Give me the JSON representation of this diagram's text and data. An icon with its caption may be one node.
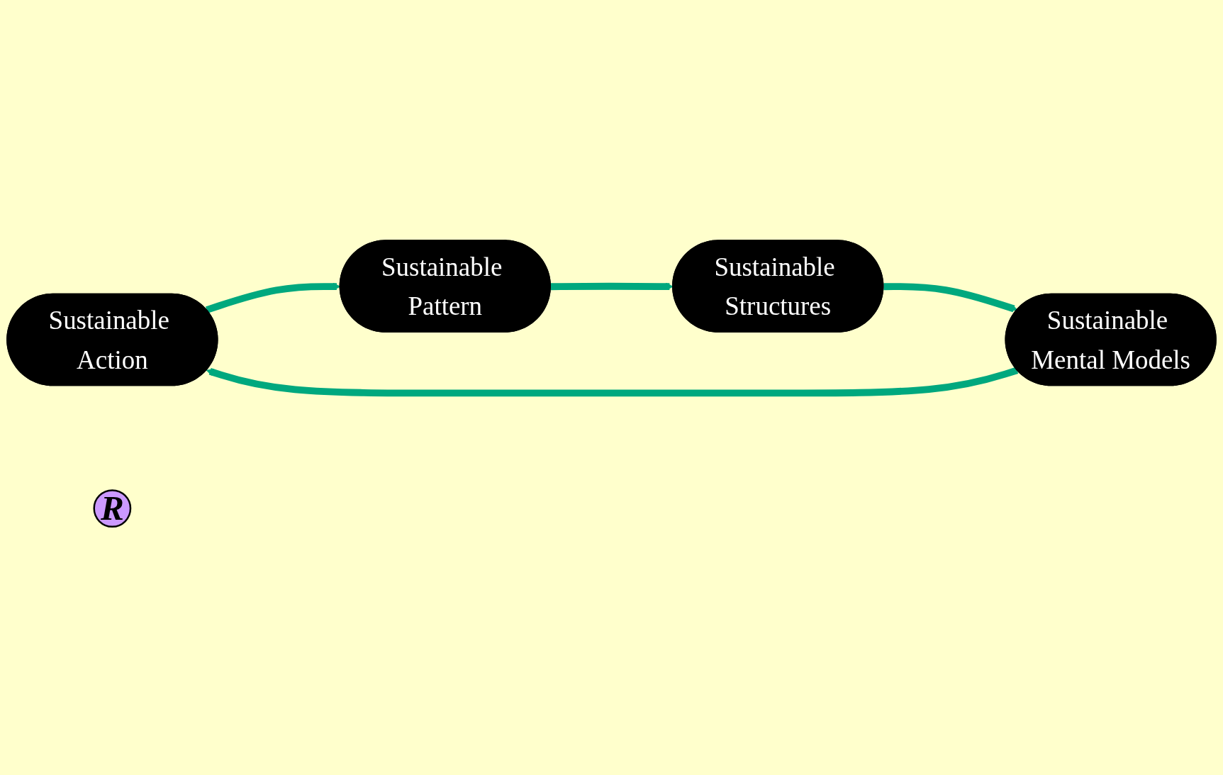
{
  "diagram": {
    "nodes": [
      {
        "text": [
          "Sustainable Action"
        ]
      },
      {
        "text": [
          "Sustainable Pattern"
        ]
      },
      {
        "text": [
          "Sustainable Structures"
        ]
      },
      {
        "text": [
          "Sustainable Mental Models"
        ]
      },
      {
        "text": [
          "R"
        ]
      }
    ],
    "edges": [
      {
        "from": 0,
        "to": 1,
        "arrow": "to"
      },
      {
        "from": 1,
        "to": 2,
        "arrow": "to"
      },
      {
        "from": 2,
        "to": 3,
        "arrow": "to"
      },
      {
        "from": 3,
        "to": 0,
        "arrow": "to"
      }
    ]
  }
}
